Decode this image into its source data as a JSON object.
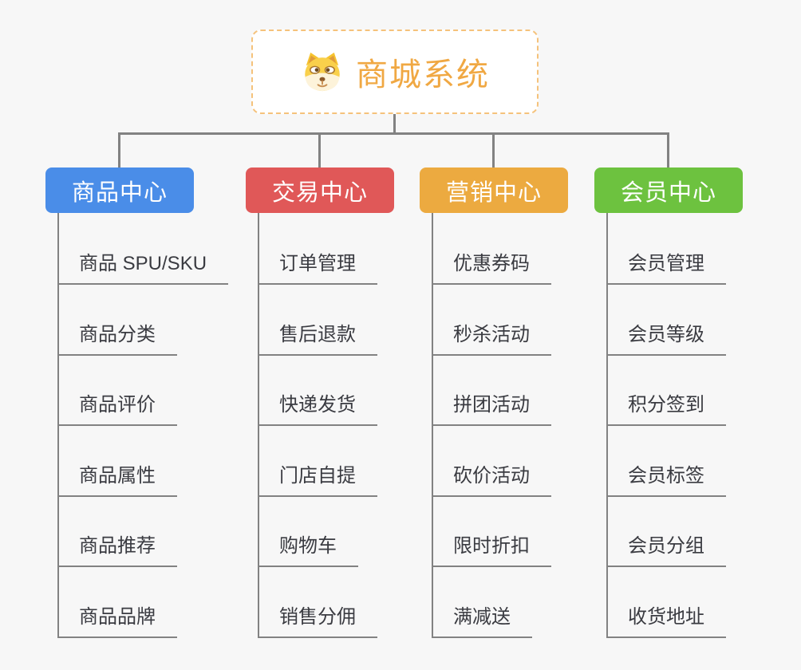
{
  "app": {
    "background_color": "#f7f7f7",
    "connector_color": "#828282"
  },
  "root": {
    "label": "商城系统",
    "icon": "dog-face-icon",
    "text_color": "#f0a843",
    "border_color": "#f5c27b",
    "fill_color": "#ffffff"
  },
  "branches": [
    {
      "label": "商品中心",
      "color": "#4a8de8",
      "items": [
        "商品 SPU/SKU",
        "商品分类",
        "商品评价",
        "商品属性",
        "商品推荐",
        "商品品牌"
      ]
    },
    {
      "label": "交易中心",
      "color": "#e05858",
      "items": [
        "订单管理",
        "售后退款",
        "快递发货",
        "门店自提",
        "购物车",
        "销售分佣"
      ]
    },
    {
      "label": "营销中心",
      "color": "#ecaa40",
      "items": [
        "优惠券码",
        "秒杀活动",
        "拼团活动",
        "砍价活动",
        "限时折扣",
        "满减送"
      ]
    },
    {
      "label": "会员中心",
      "color": "#6dc23f",
      "items": [
        "会员管理",
        "会员等级",
        "积分签到",
        "会员标签",
        "会员分组",
        "收货地址"
      ]
    }
  ]
}
